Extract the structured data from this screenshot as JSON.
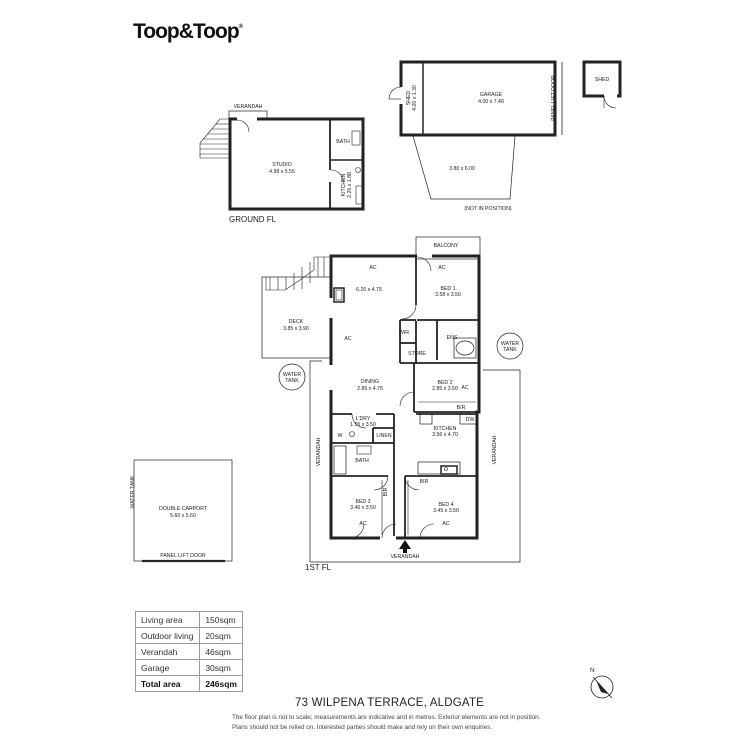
{
  "brand": {
    "logo_text": "Toop&Toop",
    "logo_mark": "®"
  },
  "floors": {
    "ground": {
      "label": "GROUND FL",
      "rooms": {
        "verandah": "VERANDAH",
        "studio": {
          "name": "STUDIO",
          "size": "4.98 x 5.55"
        },
        "bath": "BATH",
        "kitchen": {
          "name": "KITCHEN",
          "size": "2.26 x 1.88"
        }
      },
      "outbuildings": {
        "shed_side": {
          "name": "SHED",
          "size": "4.00 x 1.30"
        },
        "garage": {
          "name": "GARAGE",
          "size": "4.00 x 7.40"
        },
        "panel_lift_door": "PANEL LIFT DOOR",
        "apron_size": "3.80 x 6.00",
        "not_in_position": "(NOT IN POSITION)",
        "shed": "SHED"
      }
    },
    "first": {
      "label": "1ST FL",
      "rooms": {
        "balcony": "BALCONY",
        "living": {
          "size": "6.20 x 4.75",
          "ac": "AC"
        },
        "bed1": {
          "name": "BED 1",
          "size": "3.58 x 3.50",
          "ac": "AC"
        },
        "deck": {
          "name": "DECK",
          "size": "3.85 x 3.90"
        },
        "wir": "WIR",
        "ens": "ENS",
        "store": "STORE",
        "ac_living_2": "AC",
        "dining": {
          "name": "DINING",
          "size": "2.85 x 4.75"
        },
        "bed2": {
          "name": "BED 2",
          "size": "2.85 x 3.50",
          "ac": "AC"
        },
        "bir_bed2": "BIR",
        "laundry": {
          "name": "L'DRY",
          "size": "1.55 x 3.50"
        },
        "w": "W",
        "linen": "LINEN",
        "dw": "DW",
        "kitchen": {
          "name": "KITCHEN",
          "size": "3.56 x 4.70"
        },
        "bath": "BATH",
        "bed3": {
          "name": "BED 3",
          "size": "3.46 x 3.50",
          "ac": "AC",
          "bir": "BIR"
        },
        "bed4": {
          "name": "BED 4",
          "size": "3.45 x 3.50",
          "ac": "AC",
          "bir": "BIR"
        },
        "verandah_left": "VERANDAH",
        "verandah_right": "VERANDAH",
        "verandah_bottom": "VERANDAH",
        "water_tank_left": {
          "line1": "WATER",
          "line2": "TANK"
        },
        "water_tank_right": {
          "line1": "WATER",
          "line2": "TANK"
        }
      },
      "carport": {
        "name": "DOUBLE CARPORT",
        "size": "5.60 x 5.60",
        "water_tank": "WATER TANK",
        "panel_lift_door": "PANEL LIFT DOOR"
      }
    }
  },
  "areas": [
    {
      "label": "Living area",
      "value": "150sqm"
    },
    {
      "label": "Outdoor living",
      "value": "20sqm"
    },
    {
      "label": "Verandah",
      "value": "46sqm"
    },
    {
      "label": "Garage",
      "value": "30sqm"
    }
  ],
  "total": {
    "label": "Total area",
    "value": "246sqm"
  },
  "address": "73 WILPENA TERRACE, ALDGATE",
  "disclaimer": {
    "line1": "The floor plan is not to scale; measurements are indicative and in metres. Exterior elements are not in position.",
    "line2": "Plans should not be relied on. Interested parties should make and rely on their own enquiries."
  },
  "compass": {
    "label": "N"
  }
}
